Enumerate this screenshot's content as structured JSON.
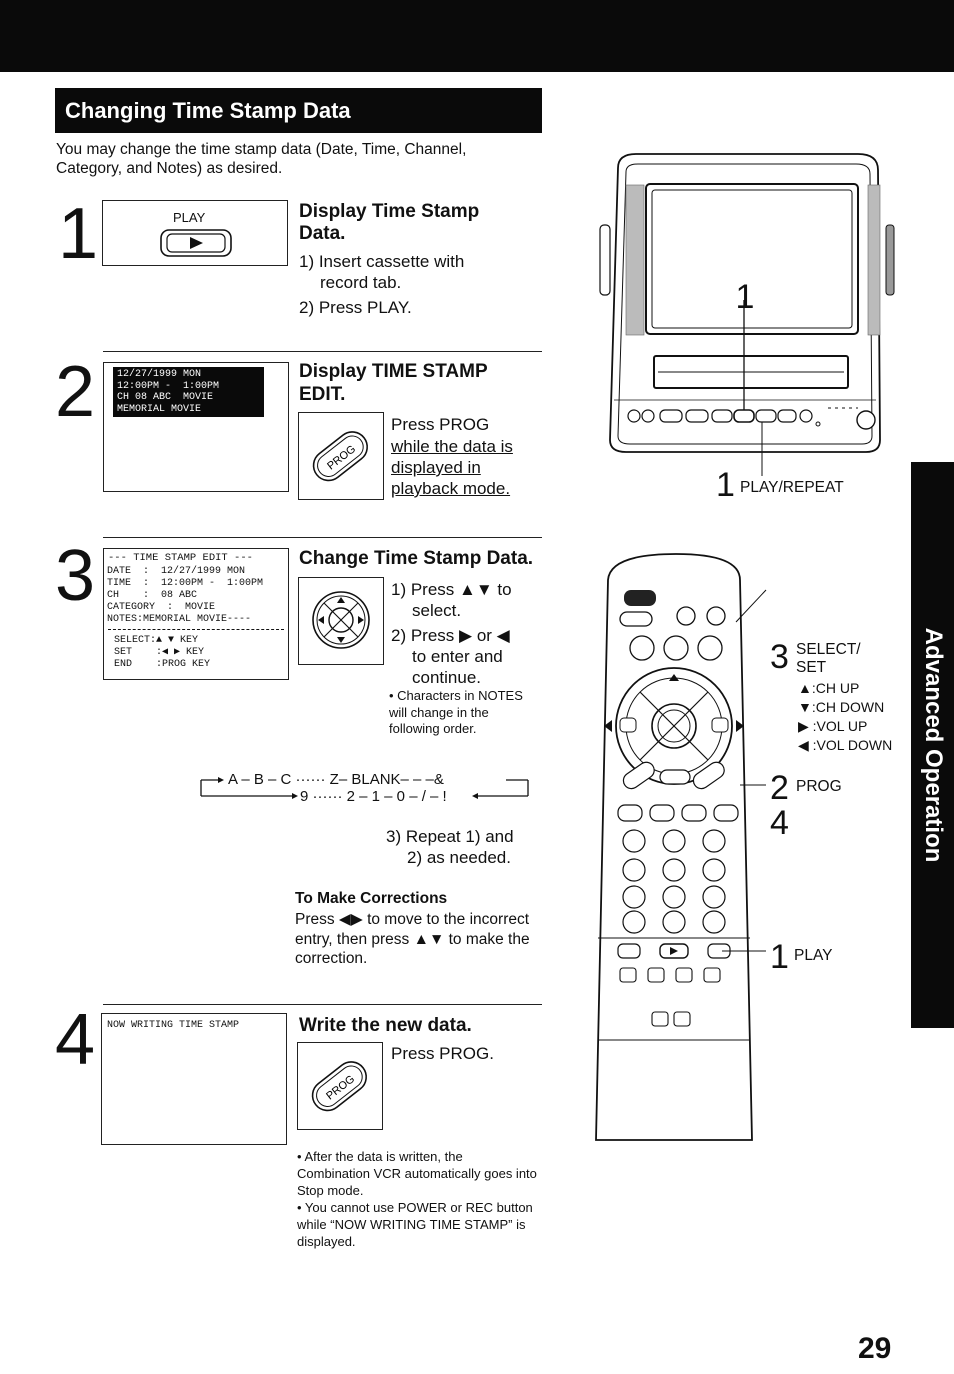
{
  "section_title": "Changing Time Stamp Data",
  "intro": "You may change the time stamp data (Date, Time, Channel, Category, and Notes) as desired.",
  "step1": {
    "num": "1",
    "button_label": "PLAY",
    "heading": "Display Time Stamp Data.",
    "line1": "1) Insert cassette with",
    "line1b": "record tab.",
    "line2": "2) Press PLAY."
  },
  "step2": {
    "num": "2",
    "osd": [
      "12/27/1999 MON",
      "12:00PM -  1:00PM",
      "CH 08 ABC  MOVIE",
      "MEMORIAL MOVIE"
    ],
    "heading1": "Display TIME STAMP",
    "heading2": "EDIT.",
    "press": "Press PROG",
    "under1": "while the data is",
    "under2": "displayed in",
    "under3": "playback mode.",
    "prog_label": "PROG"
  },
  "step3": {
    "num": "3",
    "osd_title": "--- TIME STAMP EDIT ---",
    "osd_lines": [
      "DATE  :  12/27/1999 MON",
      "TIME  :  12:00PM -  1:00PM",
      "CH    :  08 ABC",
      "CATEGORY  :  MOVIE",
      "NOTES:MEMORIAL MOVIE----"
    ],
    "osd_keys": [
      "SELECT:▲ ▼ KEY",
      "SET    :◀ ▶ KEY",
      "END    :PROG KEY"
    ],
    "heading": "Change Time Stamp Data.",
    "l1a": "1) Press ▲▼ to",
    "l1b": "select.",
    "l2a": "2) Press ▶ or ◀",
    "l2b": "to enter and",
    "l2c": "continue.",
    "note": "• Characters in NOTES will change in the following order.",
    "seq1": "A – B – C ······ Z– BLANK– – –& ",
    "seq2": "9 ······ 2 – 1 – 0 – / – !",
    "l3a": "3) Repeat 1) and",
    "l3b": "2) as needed.",
    "corr_head": "To Make Corrections",
    "corr_body": "Press ◀▶ to move to the incorrect entry, then press ▲▼ to make the correction."
  },
  "step4": {
    "num": "4",
    "osd": "NOW WRITING TIME STAMP",
    "heading": "Write the new data.",
    "press": "Press PROG.",
    "bullet1": "• After the data is written, the Combination VCR automatically goes into Stop mode.",
    "bullet2": "• You cannot use POWER or REC button while “NOW WRITING TIME STAMP” is displayed."
  },
  "tv_callout": {
    "num": "1",
    "label": "PLAY/REPEAT",
    "screen_num": "1"
  },
  "remote_callouts": {
    "select_num": "3",
    "select_label": "SELECT/",
    "set_label": "SET",
    "up": "▲:CH UP",
    "down": "▼:CH DOWN",
    "right": "▶ :VOL UP",
    "left": "◀ :VOL DOWN",
    "prog_num": "2",
    "prog_label": "PROG",
    "four": "4",
    "play_num": "1",
    "play_label": "PLAY"
  },
  "side_tab": "Advanced Operation",
  "page_number": "29"
}
